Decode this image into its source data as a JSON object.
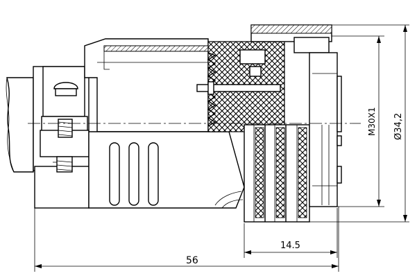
{
  "dimensions": {
    "overall_length": "56",
    "nut_length": "14.5",
    "thread": "M30X1",
    "outer_diameter": "Ø34,2"
  }
}
